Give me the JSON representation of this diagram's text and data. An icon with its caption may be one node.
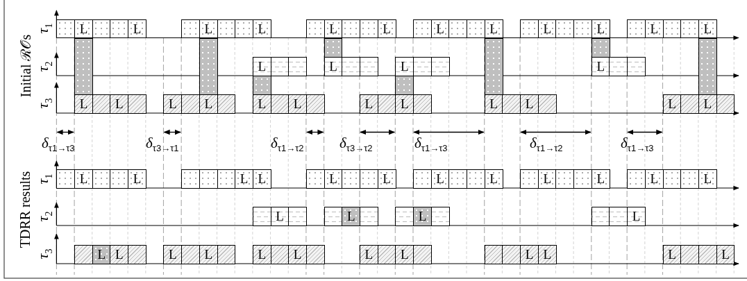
{
  "diagram": {
    "nodes": [
      {
        "text": [],
        "shape": "box"
      },
      {
        "text": [
          "L"
        ]
      },
      {
        "text": [],
        "shape": "box"
      },
      {
        "text": [],
        "shape": "box"
      },
      {
        "text": [
          "L"
        ]
      },
      {
        "text": [],
        "shape": "box"
      },
      {
        "text": [
          "L"
        ]
      },
      {
        "text": [],
        "shape": "box"
      },
      {
        "text": [],
        "shape": "box"
      },
      {
        "text": [
          "L"
        ]
      },
      {
        "text": [],
        "shape": "box"
      },
      {
        "text": [
          "L"
        ]
      },
      {
        "text": [],
        "shape": "box"
      },
      {
        "text": [],
        "shape": "box"
      },
      {
        "text": [
          "L"
        ]
      },
      {
        "text": [],
        "shape": "box"
      },
      {
        "text": [
          "L"
        ]
      },
      {
        "text": [],
        "shape": "box"
      },
      {
        "text": [],
        "shape": "box"
      },
      {
        "text": [
          "L"
        ]
      },
      {
        "text": [],
        "shape": "box"
      },
      {
        "text": [
          "L"
        ]
      },
      {
        "text": [],
        "shape": "box"
      },
      {
        "text": [],
        "shape": "box"
      },
      {
        "text": [
          "L"
        ]
      },
      {
        "text": [],
        "shape": "box"
      },
      {
        "text": [
          "L"
        ]
      },
      {
        "text": [],
        "shape": "box"
      },
      {
        "text": [],
        "shape": "box"
      },
      {
        "text": [
          "L"
        ]
      },
      {
        "text": [
          "L"
        ]
      },
      {
        "text": [],
        "shape": "box"
      },
      {
        "text": [],
        "shape": "box"
      },
      {
        "text": [
          "L"
        ]
      },
      {
        "text": [],
        "shape": "box"
      },
      {
        "text": [],
        "shape": "box"
      },
      {
        "text": [
          "L"
        ]
      },
      {
        "text": [],
        "shape": "box"
      },
      {
        "text": [],
        "shape": "box"
      },
      {
        "text": [
          "L"
        ]
      },
      {
        "text": [],
        "shape": "box"
      },
      {
        "text": [],
        "shape": "box"
      },
      {
        "text": [
          "L"
        ]
      },
      {
        "text": [],
        "shape": "box"
      },
      {
        "text": [
          "L"
        ]
      },
      {
        "text": [],
        "shape": "box"
      },
      {
        "text": [
          "L"
        ]
      },
      {
        "text": [],
        "shape": "box"
      },
      {
        "text": [
          "L"
        ]
      },
      {
        "text": [],
        "shape": "box"
      },
      {
        "text": [
          "L"
        ]
      },
      {
        "text": [],
        "shape": "box"
      },
      {
        "text": [
          "L"
        ]
      },
      {
        "text": [],
        "shape": "box"
      },
      {
        "text": [
          "L"
        ]
      },
      {
        "text": [],
        "shape": "box"
      },
      {
        "text": [
          "L"
        ]
      },
      {
        "text": [],
        "shape": "box"
      },
      {
        "text": [
          "L"
        ]
      },
      {
        "text": [],
        "shape": "box"
      },
      {
        "text": [
          "L"
        ]
      },
      {
        "text": [],
        "shape": "box"
      },
      {
        "text": [
          "L"
        ]
      },
      {
        "text": [],
        "shape": "box"
      },
      {
        "text": [
          "L"
        ]
      },
      {
        "text": [],
        "shape": "box"
      },
      {
        "text": [],
        "shape": "box"
      },
      {
        "text": [
          "L"
        ]
      },
      {
        "text": [],
        "shape": "box"
      },
      {
        "text": [],
        "shape": "box"
      },
      {
        "text": [
          "L"
        ]
      },
      {
        "text": [],
        "shape": "box"
      },
      {
        "text": [],
        "shape": "box"
      },
      {
        "text": [],
        "shape": "box"
      },
      {
        "text": [
          "L"
        ]
      },
      {
        "text": [
          "L"
        ]
      },
      {
        "text": [],
        "shape": "box"
      },
      {
        "text": [
          "L"
        ]
      },
      {
        "text": [],
        "shape": "box"
      },
      {
        "text": [],
        "shape": "box"
      },
      {
        "text": [
          "L"
        ]
      },
      {
        "text": [],
        "shape": "box"
      },
      {
        "text": [
          "L"
        ]
      },
      {
        "text": [],
        "shape": "box"
      },
      {
        "text": [],
        "shape": "box"
      },
      {
        "text": [
          "L"
        ]
      },
      {
        "text": [],
        "shape": "box"
      },
      {
        "text": [
          "L"
        ]
      },
      {
        "text": [],
        "shape": "box"
      },
      {
        "text": [],
        "shape": "box"
      },
      {
        "text": [
          "L"
        ]
      },
      {
        "text": [],
        "shape": "box"
      },
      {
        "text": [
          "L"
        ]
      },
      {
        "text": [],
        "shape": "box"
      },
      {
        "text": [],
        "shape": "box"
      },
      {
        "text": [
          "L"
        ]
      },
      {
        "text": [],
        "shape": "box"
      },
      {
        "text": [
          "L"
        ]
      },
      {
        "text": [],
        "shape": "box"
      },
      {
        "text": [],
        "shape": "box"
      },
      {
        "text": [
          "L"
        ]
      },
      {
        "text": [],
        "shape": "box"
      },
      {
        "text": [],
        "shape": "box"
      },
      {
        "text": [
          "L"
        ]
      },
      {
        "text": [],
        "shape": "box"
      },
      {
        "text": [],
        "shape": "box"
      },
      {
        "text": [],
        "shape": "box"
      },
      {
        "text": [
          "L"
        ]
      },
      {
        "text": [],
        "shape": "box"
      },
      {
        "text": [
          "L"
        ]
      },
      {
        "text": [
          "L"
        ]
      },
      {
        "text": [],
        "shape": "box"
      },
      {
        "text": [
          "L"
        ]
      },
      {
        "text": [],
        "shape": "box"
      },
      {
        "text": [
          "L"
        ]
      },
      {
        "text": [],
        "shape": "box"
      },
      {
        "text": [
          "L"
        ]
      },
      {
        "text": [],
        "shape": "box"
      },
      {
        "text": [
          "L"
        ]
      },
      {
        "text": [],
        "shape": "box"
      },
      {
        "text": [
          "L"
        ]
      },
      {
        "text": [],
        "shape": "box"
      },
      {
        "text": [
          "L"
        ]
      },
      {
        "text": [],
        "shape": "box"
      },
      {
        "text": [],
        "shape": "box"
      },
      {
        "text": [],
        "shape": "box"
      },
      {
        "text": [
          "L"
        ]
      },
      {
        "text": [
          "L"
        ]
      },
      {
        "text": [
          "L"
        ]
      },
      {
        "text": [],
        "shape": "box"
      },
      {
        "text": [],
        "shape": "box"
      },
      {
        "text": [
          "L"
        ]
      },
      {
        "text": [],
        "shape": "bar"
      },
      {
        "text": [],
        "shape": "bar"
      },
      {
        "text": [],
        "shape": "bar"
      },
      {
        "text": [],
        "shape": "bar"
      },
      {
        "text": [],
        "shape": "bar"
      },
      {
        "text": [],
        "shape": "bar"
      },
      {
        "text": [],
        "shape": "bar"
      },
      {
        "text": [],
        "shape": "bar"
      }
    ],
    "labels": [
      "Initial ℛ𝒪s",
      "τ$_{1}$",
      "τ$_{2}$",
      "τ$_{3}$",
      "δ$_{τ1→τ3}$",
      "δ$_{τ3→τ1}$",
      "δ$_{τ1→τ2}$",
      "δ$_{τ3→τ2}$",
      "δ$_{τ1→τ3}$",
      "δ$_{τ1→τ2}$",
      "δ$_{τ1→τ3}$",
      "TDRR results",
      "τ$_{1}$",
      "τ$_{2}$",
      "τ$_{3}$"
    ]
  }
}
